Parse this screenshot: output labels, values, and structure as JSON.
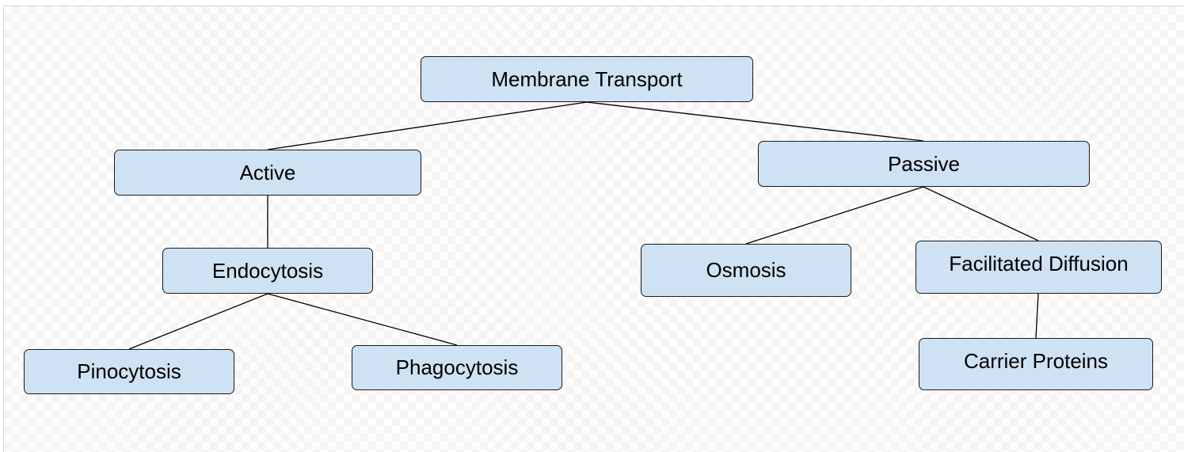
{
  "diagram": {
    "nodes": {
      "root": "Membrane Transport",
      "active": "Active",
      "passive": "Passive",
      "endocytosis": "Endocytosis",
      "osmosis": "Osmosis",
      "facilitated_diffusion": "Facilitated Diffusion",
      "pinocytosis": "Pinocytosis",
      "phagocytosis": "Phagocytosis",
      "carrier_proteins": "Carrier Proteins"
    },
    "edges": [
      [
        "root",
        "active"
      ],
      [
        "root",
        "passive"
      ],
      [
        "active",
        "endocytosis"
      ],
      [
        "endocytosis",
        "pinocytosis"
      ],
      [
        "endocytosis",
        "phagocytosis"
      ],
      [
        "passive",
        "osmosis"
      ],
      [
        "passive",
        "facilitated_diffusion"
      ],
      [
        "facilitated_diffusion",
        "carrier_proteins"
      ]
    ],
    "colors": {
      "node_fill": "#cfe2f3",
      "node_border": "#1a1a1a",
      "connector": "#000000"
    }
  }
}
